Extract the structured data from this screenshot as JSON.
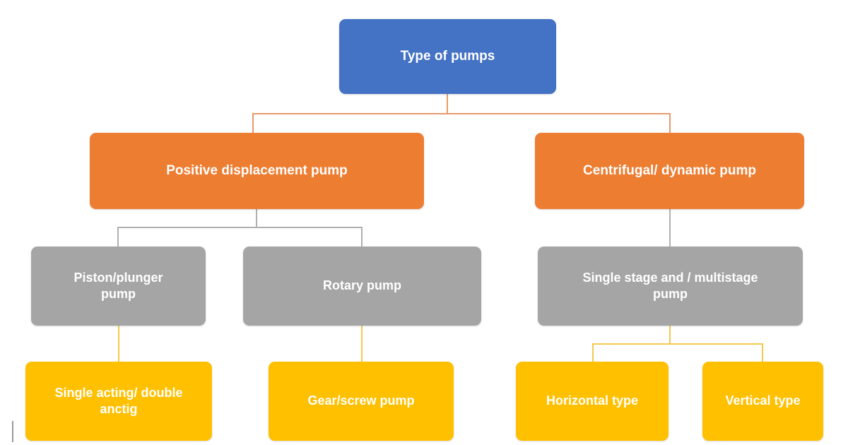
{
  "diagram": {
    "title": "Type of pumps",
    "type": "hierarchy-flowchart",
    "levels": 4,
    "palette": {
      "root": "#4472C4",
      "level_two": "#ED7D31",
      "level_three": "#A5A5A5",
      "level_four": "#FFC000",
      "background": "#FFFFFF",
      "text": "#FFFFFF",
      "connector_orange": "#E8996A",
      "connector_gray": "#B0B0B0",
      "connector_yellow": "#F2C94C"
    },
    "nodes": {
      "root": {
        "label": "Type of pumps"
      },
      "positive_displacement": {
        "label": "Positive displacement pump"
      },
      "centrifugal": {
        "label": "Centrifugal/ dynamic pump"
      },
      "piston_plunger": {
        "label": "Piston/plunger\npump"
      },
      "rotary": {
        "label": "Rotary pump"
      },
      "single_multistage": {
        "label": "Single stage and / multistage\npump"
      },
      "single_double_acting": {
        "label": "Single acting/ double\nanctig"
      },
      "gear_screw": {
        "label": "Gear/screw pump"
      },
      "horizontal": {
        "label": "Horizontal type"
      },
      "vertical": {
        "label": "Vertical type"
      }
    }
  }
}
